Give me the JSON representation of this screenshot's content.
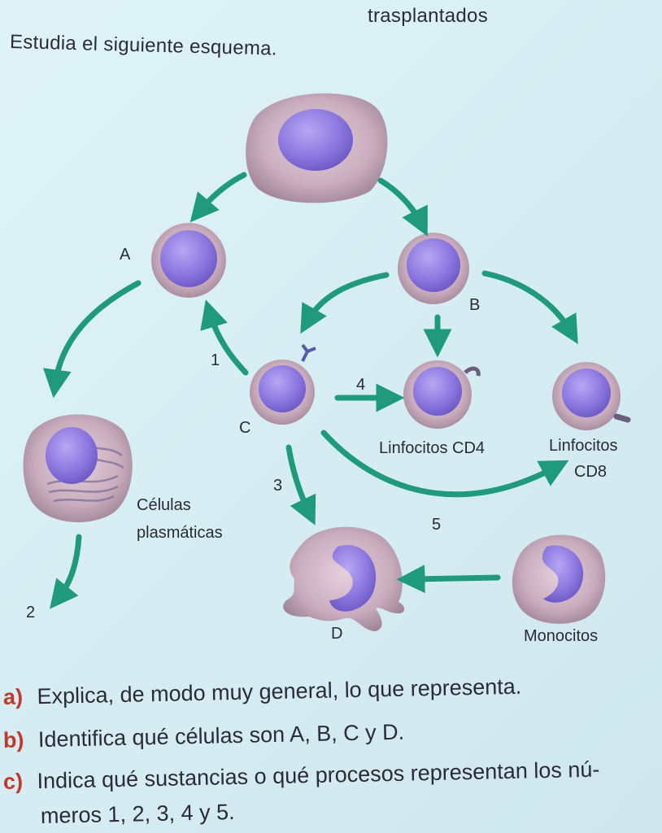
{
  "header": {
    "fragment": "trasplantados",
    "instruction": "Estudia el siguiente esquema."
  },
  "diagram": {
    "labels": {
      "A": "A",
      "B": "B",
      "C": "C",
      "D": "D",
      "n1": "1",
      "n2": "2",
      "n3": "3",
      "n4": "4",
      "n5": "5",
      "plasma_line1": "Células",
      "plasma_line2": "plasmáticas",
      "cd4": "Linfocitos CD4",
      "cd8_line1": "Linfocitos",
      "cd8_line2": "CD8",
      "monocytes": "Monocitos"
    },
    "colors": {
      "arrow": "#1f9a7a",
      "nucleus": "#8f7be0",
      "cell_body": "#c7a9ba",
      "text_letter": "#c0392b"
    }
  },
  "questions": [
    {
      "letter": "a)",
      "text": "Explica, de modo muy general, lo que representa."
    },
    {
      "letter": "b)",
      "text": "Identifica qué células son A, B, C y D."
    },
    {
      "letter": "c)",
      "text": "Indica qué sustancias o qué procesos representan los nú-"
    },
    {
      "letter": "",
      "text": "meros 1, 2, 3, 4 y 5."
    }
  ]
}
